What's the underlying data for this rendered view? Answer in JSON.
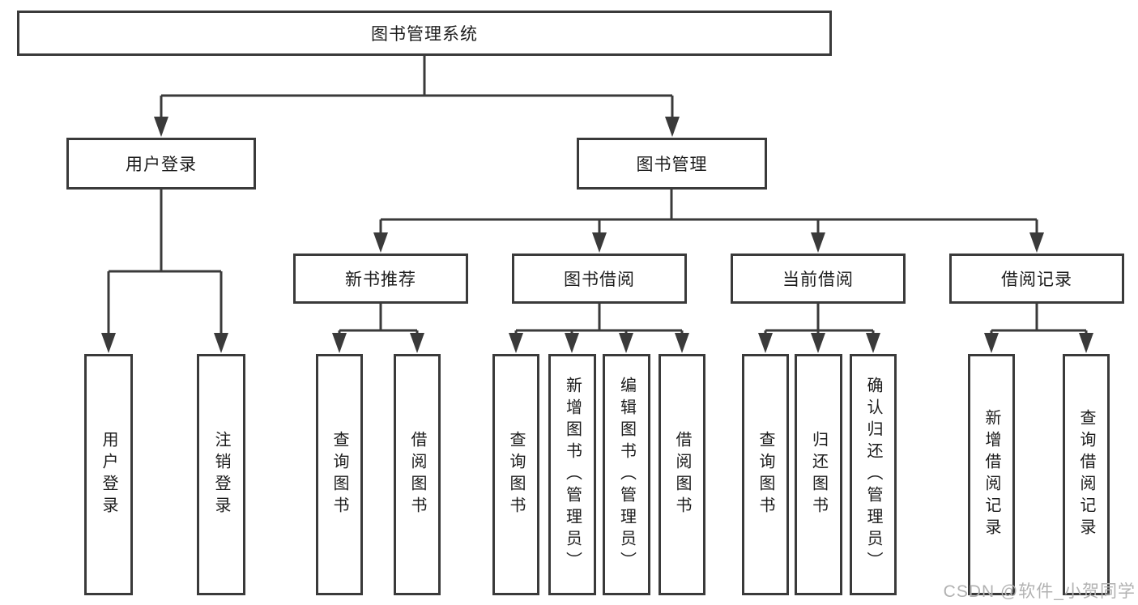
{
  "diagram": {
    "title": "图书管理系统",
    "level2": {
      "user_login": "用户登录",
      "book_mgmt": "图书管理"
    },
    "level3": {
      "new_book_rec": "新书推荐",
      "book_borrow": "图书借阅",
      "current_borrow": "当前借阅",
      "borrow_records": "借阅记录"
    },
    "leaves": {
      "user_login": [
        "用户登录",
        "注销登录"
      ],
      "new_book_rec": [
        "查询图书",
        "借阅图书"
      ],
      "book_borrow": [
        "查询图书",
        "新增图书（管理员）",
        "编辑图书（管理员）",
        "借阅图书"
      ],
      "current_borrow": [
        "查询图书",
        "归还图书",
        "确认归还（管理员）"
      ],
      "borrow_records": [
        "新增借阅记录",
        "查询借阅记录"
      ]
    },
    "watermark": "CSDN @软件_小贺同学",
    "colors": {
      "line": "#3a3a3a",
      "text": "#1c1c1c",
      "watermark": "#b2b2b2",
      "background": "#ffffff"
    }
  }
}
